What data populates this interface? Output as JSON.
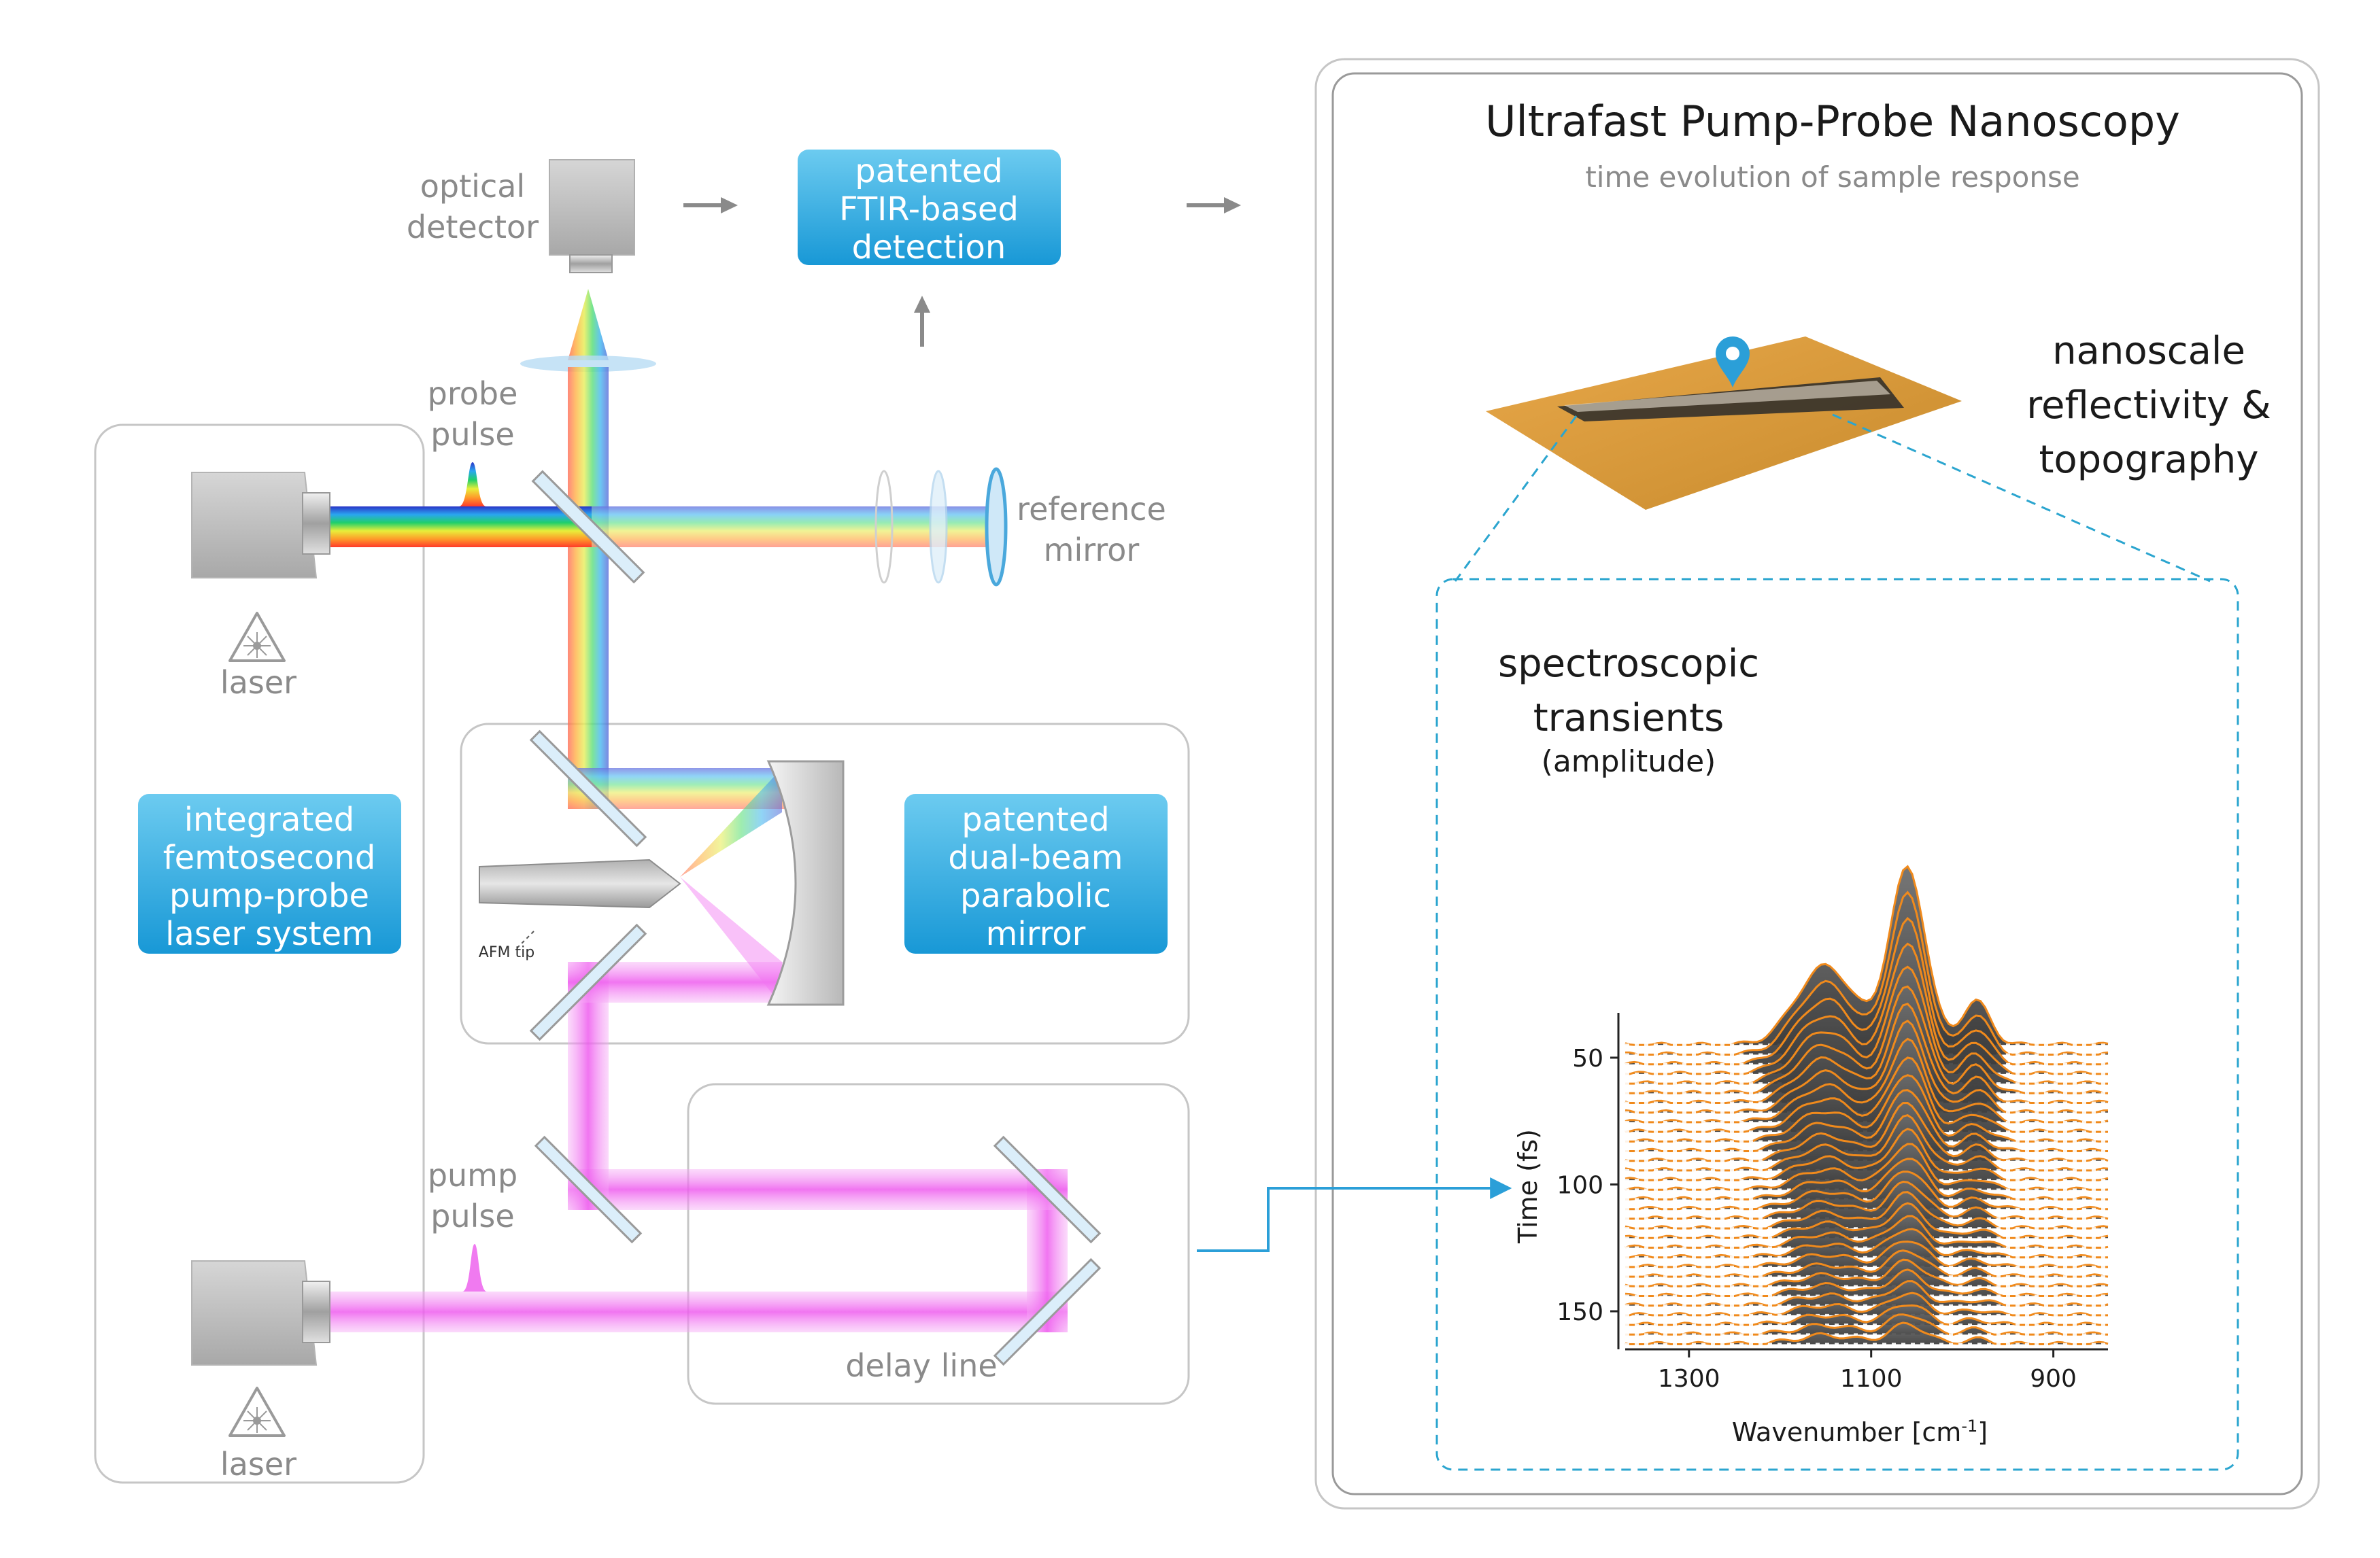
{
  "labels": {
    "optical_detector": [
      "optical",
      "detector"
    ],
    "probe_pulse": [
      "probe",
      "pulse"
    ],
    "pump_pulse": [
      "pump",
      "pulse"
    ],
    "reference_mirror": [
      "reference",
      "mirror"
    ],
    "laser_top": "laser",
    "laser_bottom": "laser",
    "afm_tip": "AFM tip",
    "delay_line": "delay line"
  },
  "boxes": {
    "ftir": [
      "patented",
      "FTIR-based",
      "detection"
    ],
    "laser_system": [
      "integrated",
      "femtosecond",
      "pump-probe",
      "laser system"
    ],
    "parabolic": [
      "patented",
      "dual-beam",
      "parabolic",
      "mirror"
    ]
  },
  "right_panel": {
    "title": "Ultrafast Pump-Probe Nanoscopy",
    "subtitle": "time evolution of sample response",
    "nanoscale": [
      "nanoscale",
      "reflectivity &",
      "topography"
    ],
    "transients": [
      "spectroscopic",
      "transients"
    ],
    "amplitude": "(amplitude)"
  },
  "colors": {
    "accent_blue": "#2b9fd8",
    "box_blue_top": "#5cc4ee",
    "box_blue_bottom": "#1a9ad6",
    "pump_magenta": "#f06cf0",
    "transient_orange": "#f08a1c",
    "outline_gray": "#bdbdbd"
  },
  "chart_data": {
    "type": "area",
    "xlabel": "Wavenumber [cm",
    "xlabel_sup": "-1",
    "xlabel_tail": "]",
    "ylabel": "Time (fs)",
    "x_ticks": [
      "1300",
      "1100",
      "900"
    ],
    "y_ticks": [
      "50",
      "100",
      "150"
    ],
    "xlim": [
      1370,
      840
    ],
    "ylim": [
      35,
      165
    ],
    "x_reversed": true,
    "num_traces": 32,
    "peak_wavenumber": 1060
  }
}
